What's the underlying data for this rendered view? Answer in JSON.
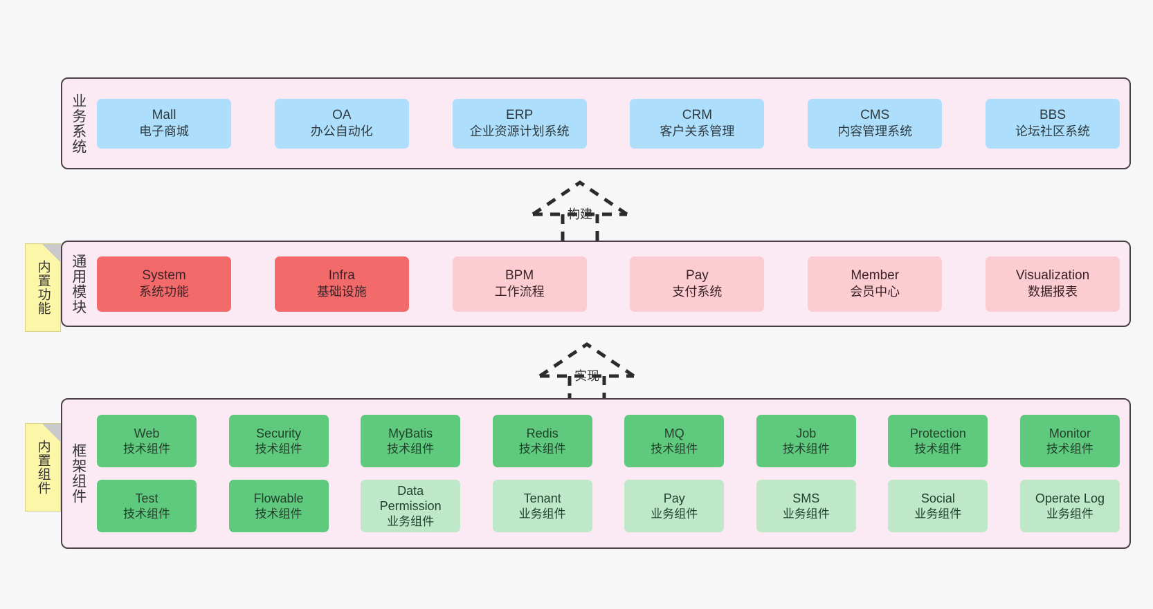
{
  "diagram": {
    "title": "",
    "colors": {
      "canvas_bg": "#f7f7f7",
      "layer_bg": "#fbeaf4",
      "layer_border": "#4a3f47",
      "business_box": "#addffc",
      "module_active": "#f26a6a",
      "module_planned": "#fbccd1",
      "component_tech": "#5fc97e",
      "component_biz": "#bfe8c9",
      "note_bg": "#fcf7a8"
    }
  },
  "layers": {
    "business": {
      "title": "业务系统",
      "items": [
        {
          "en": "Mall",
          "cn": "电子商城"
        },
        {
          "en": "OA",
          "cn": "办公自动化"
        },
        {
          "en": "ERP",
          "cn": "企业资源计划系统"
        },
        {
          "en": "CRM",
          "cn": "客户关系管理"
        },
        {
          "en": "CMS",
          "cn": "内容管理系统"
        },
        {
          "en": "BBS",
          "cn": "论坛社区系统"
        }
      ]
    },
    "modules": {
      "title": "通用模块",
      "items": [
        {
          "en": "System",
          "cn": "系统功能",
          "state": "red"
        },
        {
          "en": "Infra",
          "cn": "基础设施",
          "state": "red"
        },
        {
          "en": "BPM",
          "cn": "工作流程",
          "state": "pinklight"
        },
        {
          "en": "Pay",
          "cn": "支付系统",
          "state": "pinklight"
        },
        {
          "en": "Member",
          "cn": "会员中心",
          "state": "pinklight"
        },
        {
          "en": "Visualization",
          "cn": "数据报表",
          "state": "pinklight"
        }
      ]
    },
    "framework": {
      "title": "框架组件",
      "row1": [
        {
          "en": "Web",
          "cn": "技术组件",
          "state": "green"
        },
        {
          "en": "Security",
          "cn": "技术组件",
          "state": "green"
        },
        {
          "en": "MyBatis",
          "cn": "技术组件",
          "state": "green"
        },
        {
          "en": "Redis",
          "cn": "技术组件",
          "state": "green"
        },
        {
          "en": "MQ",
          "cn": "技术组件",
          "state": "green"
        },
        {
          "en": "Job",
          "cn": "技术组件",
          "state": "green"
        },
        {
          "en": "Protection",
          "cn": "技术组件",
          "state": "green"
        },
        {
          "en": "Monitor",
          "cn": "技术组件",
          "state": "green"
        }
      ],
      "row2": [
        {
          "en": "Test",
          "cn": "技术组件",
          "state": "green"
        },
        {
          "en": "Flowable",
          "cn": "技术组件",
          "state": "green"
        },
        {
          "en": "Data Permission",
          "cn": "业务组件",
          "state": "greenpale"
        },
        {
          "en": "Tenant",
          "cn": "业务组件",
          "state": "greenpale"
        },
        {
          "en": "Pay",
          "cn": "业务组件",
          "state": "greenpale"
        },
        {
          "en": "SMS",
          "cn": "业务组件",
          "state": "greenpale"
        },
        {
          "en": "Social",
          "cn": "业务组件",
          "state": "greenpale"
        },
        {
          "en": "Operate Log",
          "cn": "业务组件",
          "state": "greenpale"
        }
      ]
    }
  },
  "notes": [
    {
      "id": "builtin-function",
      "text": "内置功能"
    },
    {
      "id": "builtin-component",
      "text": "内置组件"
    }
  ],
  "connectors": [
    {
      "id": "build",
      "label": "构建",
      "from": "通用模块",
      "to": "业务系统"
    },
    {
      "id": "implement",
      "label": "实现",
      "from": "框架组件",
      "to": "通用模块"
    }
  ]
}
